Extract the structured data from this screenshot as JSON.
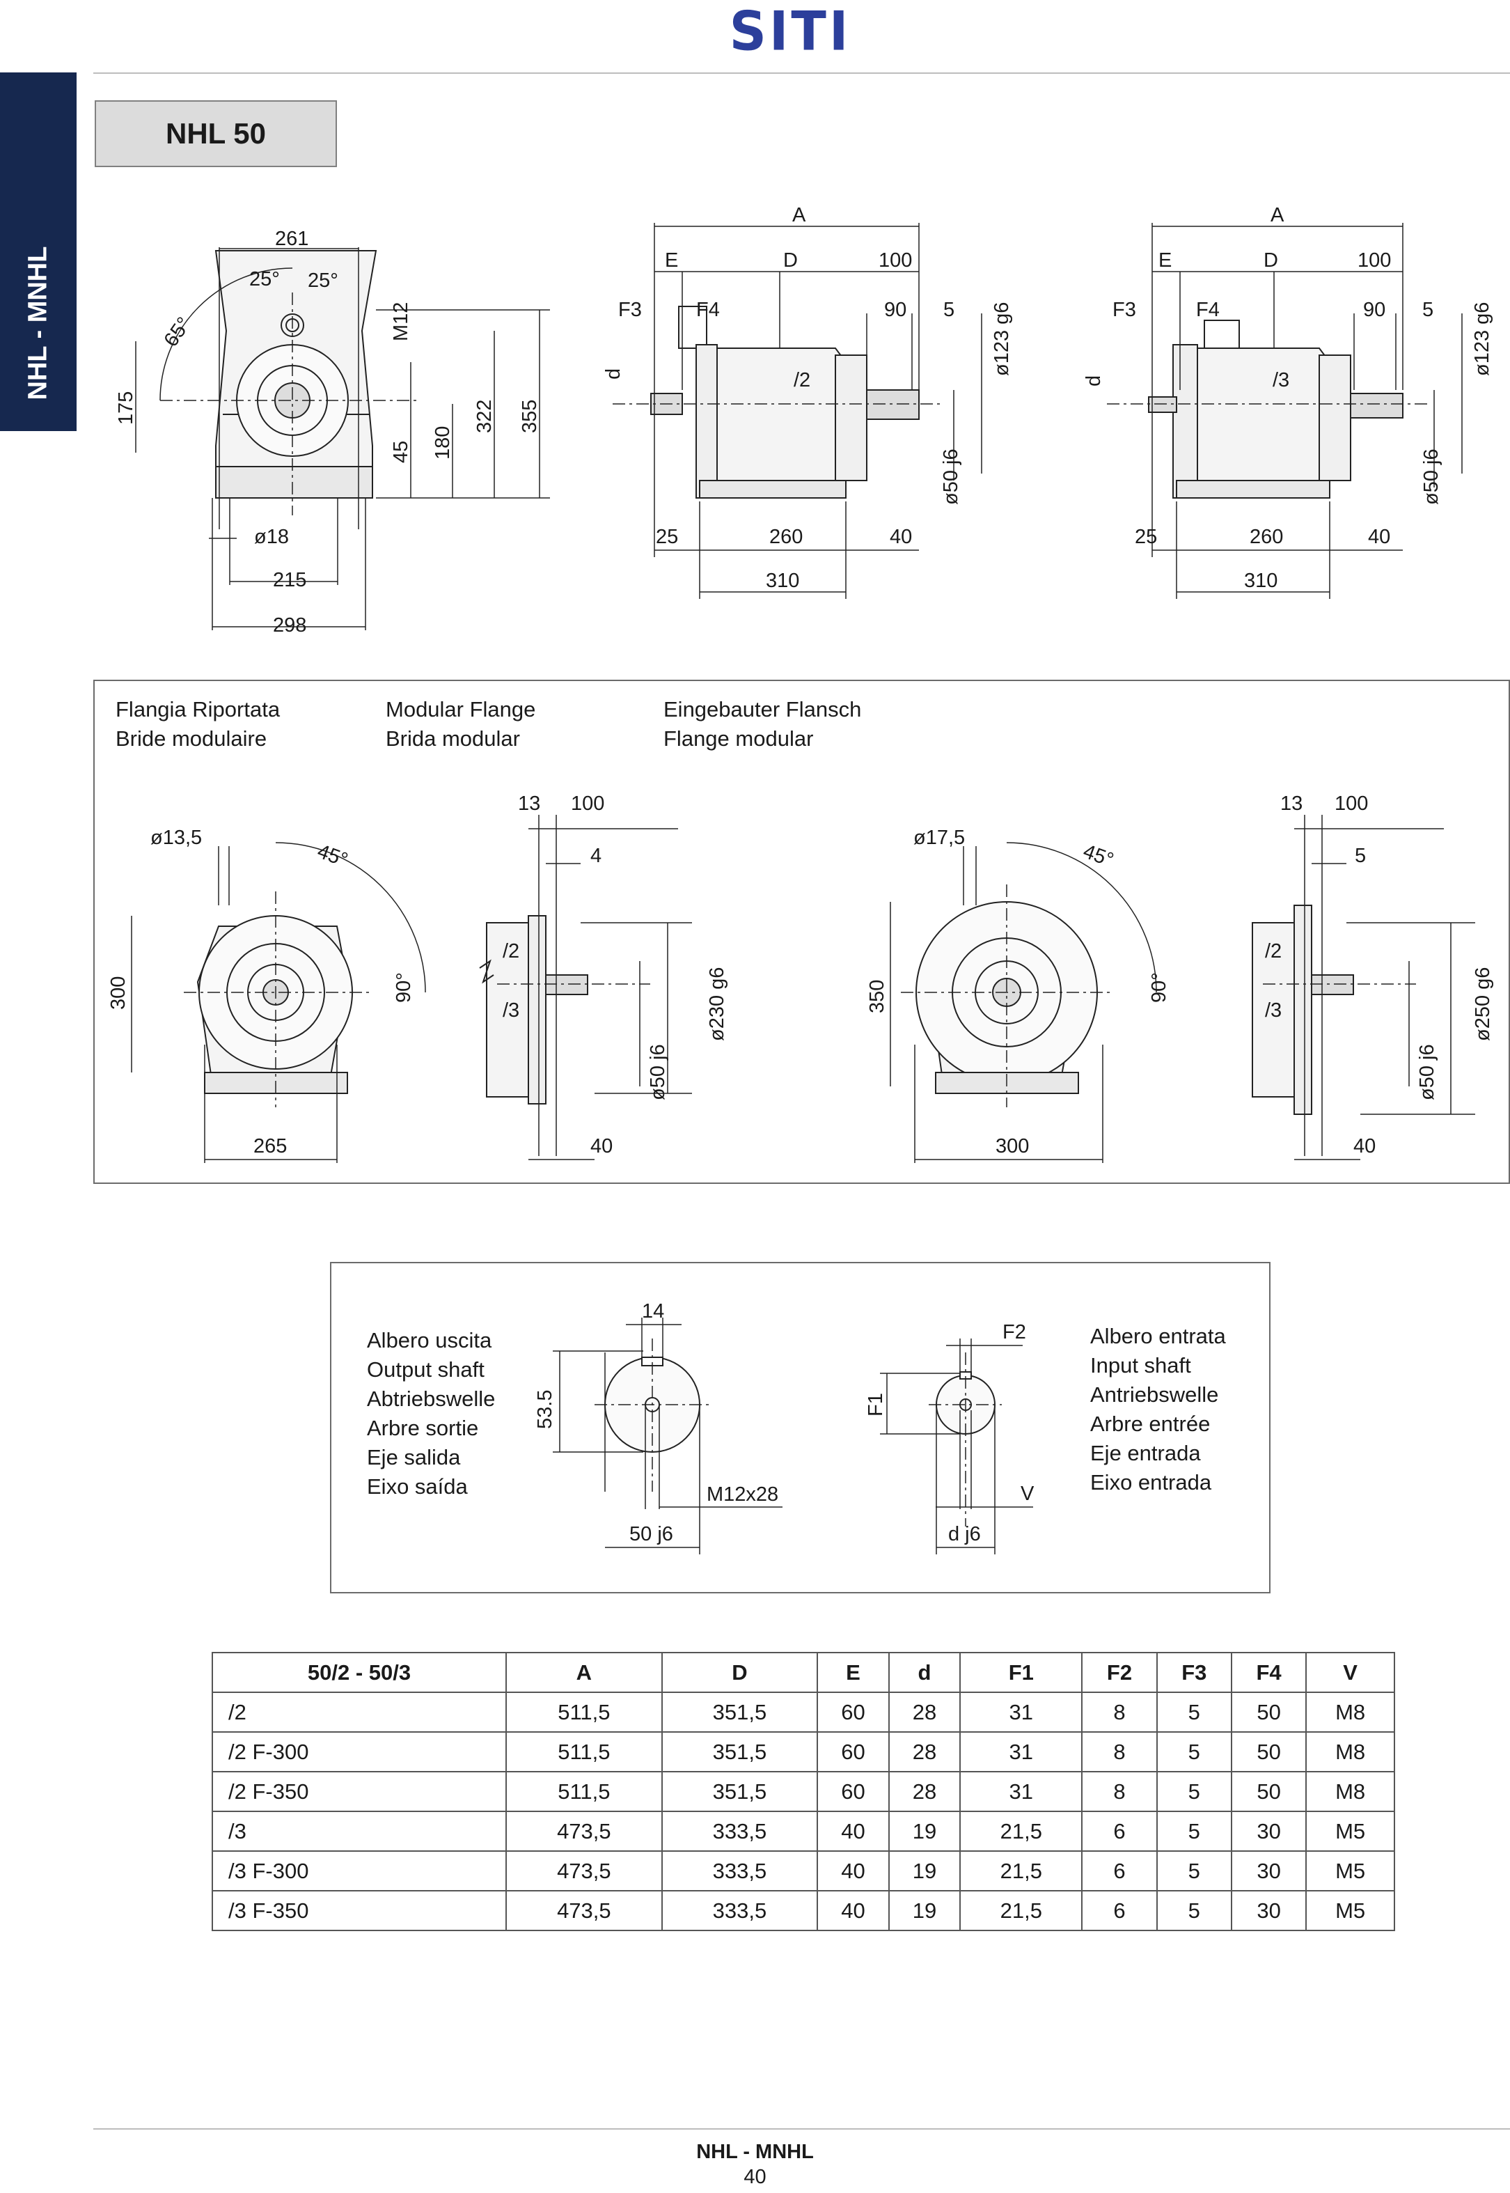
{
  "header": {
    "logo_text": "SITI",
    "brand_color": "#2c3f9b"
  },
  "side_tab": {
    "label": "NHL - MNHL",
    "color": "#16284f"
  },
  "model_title": "NHL 50",
  "drawing_main": {
    "front": {
      "width_top": "261",
      "angle_a": "25°",
      "angle_b": "25°",
      "angle_c": "65°",
      "thread": "M12",
      "h175": "175",
      "h45": "45",
      "h180": "180",
      "h322": "322",
      "h355": "355",
      "hole": "ø18",
      "w215": "215",
      "w298": "298"
    },
    "side_2": {
      "A": "A",
      "E": "E",
      "D": "D",
      "d100": "100",
      "F3": "F3",
      "F4": "F4",
      "d90": "90",
      "d5": "5",
      "bore": "ø123 g6",
      "d": "d",
      "variant": "/2",
      "shaft": "ø50 j6",
      "b25": "25",
      "b260": "260",
      "b40": "40",
      "b310": "310"
    },
    "side_3": {
      "A": "A",
      "E": "E",
      "D": "D",
      "d100": "100",
      "F3": "F3",
      "F4": "F4",
      "d90": "90",
      "d5": "5",
      "bore": "ø123 g6",
      "d": "d",
      "variant": "/3",
      "shaft": "ø50 j6",
      "b25": "25",
      "b260": "260",
      "b40": "40",
      "b310": "310"
    }
  },
  "flange_panel": {
    "col1": [
      "Flangia Riportata",
      "Bride modulaire"
    ],
    "col2": [
      "Modular Flange",
      "Brida modular"
    ],
    "col3": [
      "Eingebauter Flansch",
      "Flange modular"
    ],
    "f300": {
      "hole": "ø13,5",
      "angle": "45°",
      "angle90": "90°",
      "h": "300",
      "w": "265",
      "s13": "13",
      "s100": "100",
      "s4": "4",
      "v2": "/2",
      "v3": "/3",
      "bore": "ø230 g6",
      "shaft": "ø50 j6",
      "s40": "40"
    },
    "f350": {
      "hole": "ø17,5",
      "angle": "45°",
      "angle90": "90°",
      "h": "350",
      "w": "300",
      "s13": "13",
      "s100": "100",
      "s5": "5",
      "v2": "/2",
      "v3": "/3",
      "bore": "ø250 g6",
      "shaft": "ø50 j6",
      "s40": "40"
    }
  },
  "shaft_panel": {
    "output_labels": [
      "Albero uscita",
      "Output shaft",
      "Abtriebswelle",
      "Arbre sortie",
      "Eje salida",
      "Eixo saída"
    ],
    "input_labels": [
      "Albero entrata",
      "Input shaft",
      "Antriebswelle",
      "Arbre entrée",
      "Eje entrada",
      "Eixo entrada"
    ],
    "key_width": "14",
    "height": "53.5",
    "thread": "M12x28",
    "out_dia": "50 j6",
    "F2": "F2",
    "F1": "F1",
    "V": "V",
    "in_dia": "d j6"
  },
  "table": {
    "headers": [
      "50/2 - 50/3",
      "A",
      "D",
      "E",
      "d",
      "F1",
      "F2",
      "F3",
      "F4",
      "V"
    ],
    "rows": [
      [
        "/2",
        "511,5",
        "351,5",
        "60",
        "28",
        "31",
        "8",
        "5",
        "50",
        "M8"
      ],
      [
        "/2 F-300",
        "511,5",
        "351,5",
        "60",
        "28",
        "31",
        "8",
        "5",
        "50",
        "M8"
      ],
      [
        "/2 F-350",
        "511,5",
        "351,5",
        "60",
        "28",
        "31",
        "8",
        "5",
        "50",
        "M8"
      ],
      [
        "/3",
        "473,5",
        "333,5",
        "40",
        "19",
        "21,5",
        "6",
        "5",
        "30",
        "M5"
      ],
      [
        "/3 F-300",
        "473,5",
        "333,5",
        "40",
        "19",
        "21,5",
        "6",
        "5",
        "30",
        "M5"
      ],
      [
        "/3 F-350",
        "473,5",
        "333,5",
        "40",
        "19",
        "21,5",
        "6",
        "5",
        "30",
        "M5"
      ]
    ]
  },
  "footer": {
    "title": "NHL - MNHL",
    "page": "40"
  }
}
